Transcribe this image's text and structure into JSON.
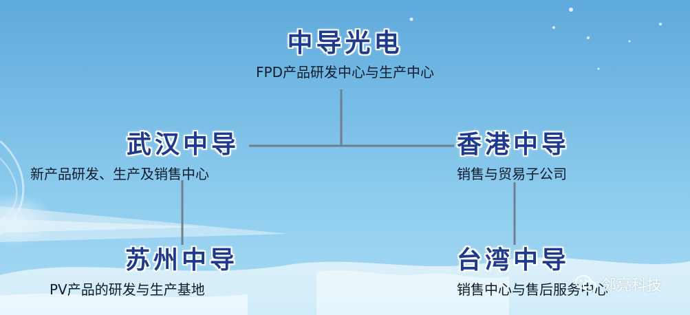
{
  "colors": {
    "title": "#1e3a8c",
    "subtitle": "#0d1b2a",
    "connector": "#6f7f8e",
    "background_top": "#5ea9dc",
    "background_bottom": "#a9dcf4"
  },
  "root": {
    "title": "中导光电",
    "subtitle": "FPD产品研发中心与生产中心"
  },
  "nodes": {
    "wuhan": {
      "title": "武汉中导",
      "subtitle": "新产品研发、生产及销售中心"
    },
    "hongkong": {
      "title": "香港中导",
      "subtitle": "销售与贸易子公司"
    },
    "suzhou": {
      "title": "苏州中导",
      "subtitle": "PV产品的研发与生产基地"
    },
    "taiwan": {
      "title": "台湾中导",
      "subtitle": "销售中心与售后服务中心"
    }
  },
  "watermark": {
    "icon": "wechat-icon",
    "text": "邻亮科技"
  }
}
